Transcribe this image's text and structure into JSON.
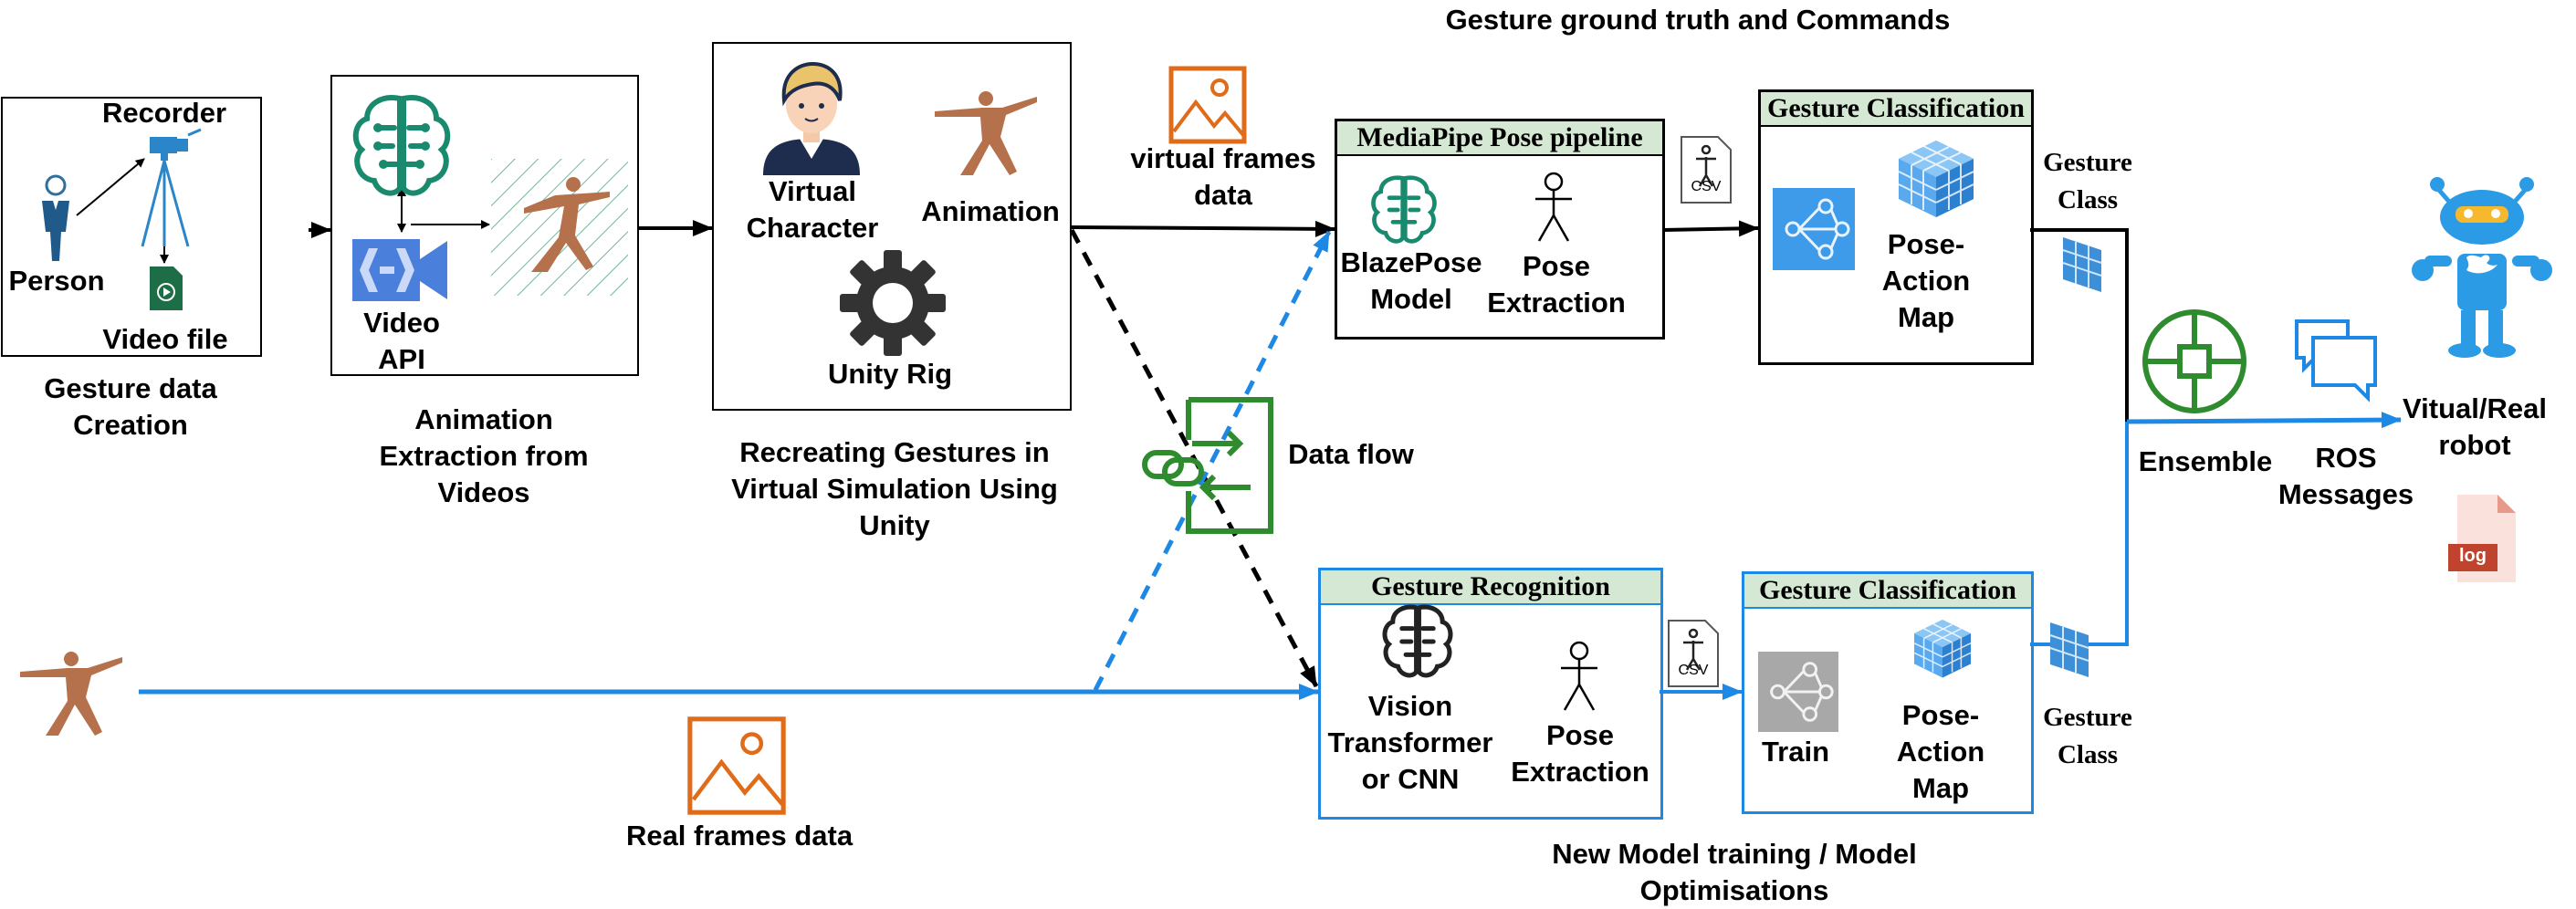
{
  "top_title": "Gesture ground truth and Commands",
  "bottom_title": "New Model training / Model\nOptimisations",
  "creation": {
    "recorder": "Recorder",
    "person": "Person",
    "video_file": "Video file",
    "caption": "Gesture data\nCreation"
  },
  "extraction": {
    "video_api": "Video\nAPI",
    "caption": "Animation\nExtraction from\nVideos"
  },
  "unity": {
    "virtual_character": "Virtual\nCharacter",
    "animation": "Animation",
    "unity_rig": "Unity Rig",
    "caption": "Recreating Gestures in\nVirtual Simulation Using\nUnity"
  },
  "virtual_frames": "virtual frames\ndata",
  "real_frames": "Real frames data",
  "data_flow": "Data flow",
  "mediapipe": {
    "header": "MediaPipe Pose pipeline",
    "blazepose": "BlazePose\nModel",
    "pose_extraction": "Pose\nExtraction"
  },
  "gesture_classification_top": {
    "header": "Gesture Classification",
    "map": "Pose-\nAction\nMap"
  },
  "gesture_recognition": {
    "header": "Gesture Recognition",
    "vit": "Vision\nTransformer\nor CNN",
    "pose_extraction": "Pose\nExtraction"
  },
  "gesture_classification_bottom": {
    "header": "Gesture Classification",
    "train": "Train",
    "map": "Pose-\nAction\nMap"
  },
  "csv": "CSV",
  "gesture_class_label": "Gesture\nClass",
  "ensemble": "Ensemble",
  "ros_messages": "ROS\nMessages",
  "robot": "Vitual/Real\nrobot",
  "log": "log",
  "colors": {
    "flow_blue": "#1e88e5",
    "header_green": "#d5e8d4",
    "brain_green": "#1a8a6e",
    "figure_brown": "#b5714c",
    "orange": "#e06c1a",
    "ensemble_green": "#2e8b2e",
    "log_red": "#c0432d"
  }
}
